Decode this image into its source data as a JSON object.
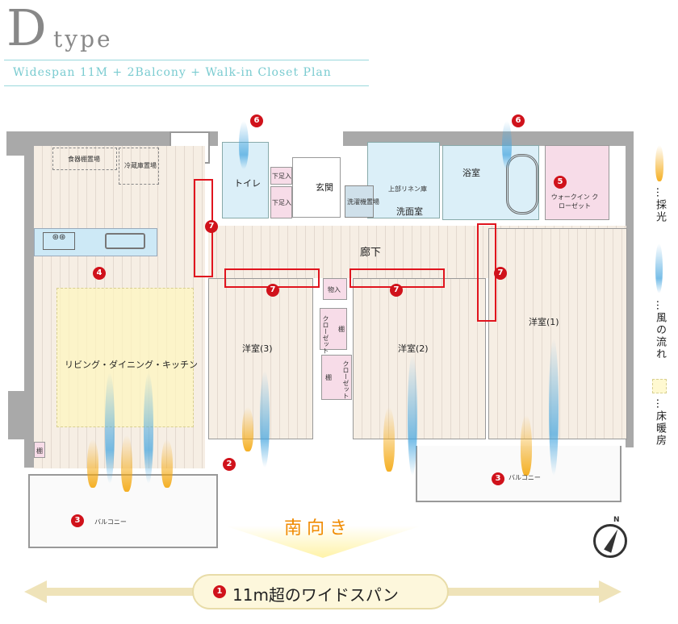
{
  "title": {
    "letter": "D",
    "suffix": "type",
    "subtitle": "Widespan 11M + 2Balcony + Walk-in Closet Plan"
  },
  "rooms": {
    "ldk": "リビング・ダイニング・キッチン",
    "room1": "洋室(1)",
    "room2": "洋室(2)",
    "room3": "洋室(3)",
    "toilet": "トイレ",
    "entrance": "玄関",
    "washroom": "洗面室",
    "bath": "浴室",
    "hallway": "廊下",
    "wic": "ウォークイン クローゼット",
    "balcony_left": "バルコニー",
    "balcony_right": "バルコニー",
    "dish": "食器棚置場",
    "fridge": "冷蔵庫置場",
    "washer": "洗濯機置場",
    "linen": "上部リネン庫",
    "shoe1": "下足入",
    "shoe2": "下足入",
    "storage": "物入",
    "closet1": "クローゼット",
    "closet2": "クローゼット",
    "shelf1": "棚",
    "shelf2": "棚",
    "shelf3": "棚"
  },
  "badges": {
    "b1": "1",
    "b2": "2",
    "b3": "3",
    "b4": "4",
    "b5": "5",
    "b6": "6",
    "b7": "7"
  },
  "south": "南向き",
  "span_label": "11m超のワイドスパン",
  "compass": "N",
  "legend": {
    "light": "…採光",
    "wind": "…風の流れ",
    "heat": "…床暖房"
  },
  "colors": {
    "accent": "#d0121b",
    "title": "#888888",
    "subtitle": "#79cbd0",
    "south": "#f08a00"
  }
}
